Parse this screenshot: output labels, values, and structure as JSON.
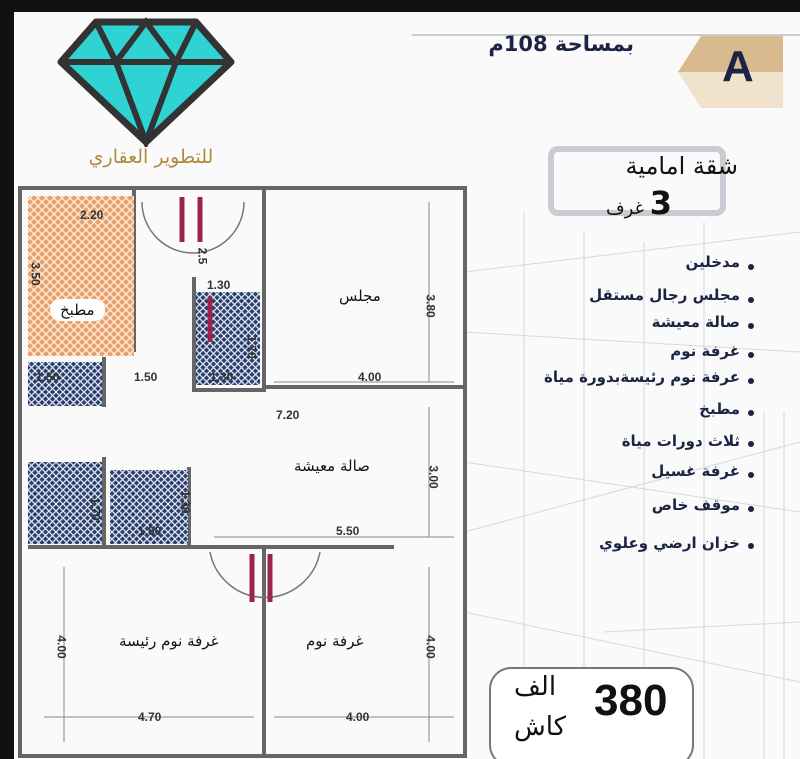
{
  "logo": {
    "text": "للتطوير العقاري",
    "icon": "diamond-icon",
    "color": "#2fd3d3"
  },
  "header": {
    "area": "بمساحة 108م",
    "badge": "A",
    "badge_color": "#d9b98e"
  },
  "unit": {
    "type": "شقة امامية",
    "rooms_number": "3",
    "rooms_label": "غرف"
  },
  "features": [
    "مدخلين",
    "مجلس رجال مستقل",
    "صالة معيشة",
    "غرفة نوم",
    "عرفة نوم رئيسةبدورة مياة",
    "مطبخ",
    "ثلاث دورات مياة",
    "غرفة غسيل",
    "موقف خاص",
    "خزان ارضي وعلوي"
  ],
  "price": {
    "amount": "380",
    "unit": "الف",
    "payment": "كاش"
  },
  "plan": {
    "rooms": {
      "kitchen": "مطبخ",
      "majlis": "مجلس",
      "living": "صالة معيشة",
      "master_bedroom": "غرفة نوم رئيسة",
      "bedroom": "غرفة نوم"
    },
    "dims": {
      "kitchen_w": "2.20",
      "kitchen_h": "3.50",
      "entry": "2.5",
      "bath1_w": "1.30",
      "bath1_h": "1.70",
      "bath1_b": "1.30",
      "bath2": "1.50",
      "corr": "1.50",
      "majlis_h": "3.80",
      "majlis_w": "4.00",
      "living_w": "7.20",
      "living_h": "3.00",
      "bath3_h": "1.70",
      "bath4_h": "1.30",
      "bath4_w": "1.50",
      "living_b": "5.50",
      "master_h": "4.00",
      "master_w": "4.70",
      "bed_h": "4.00",
      "bed_w": "4.00"
    }
  }
}
